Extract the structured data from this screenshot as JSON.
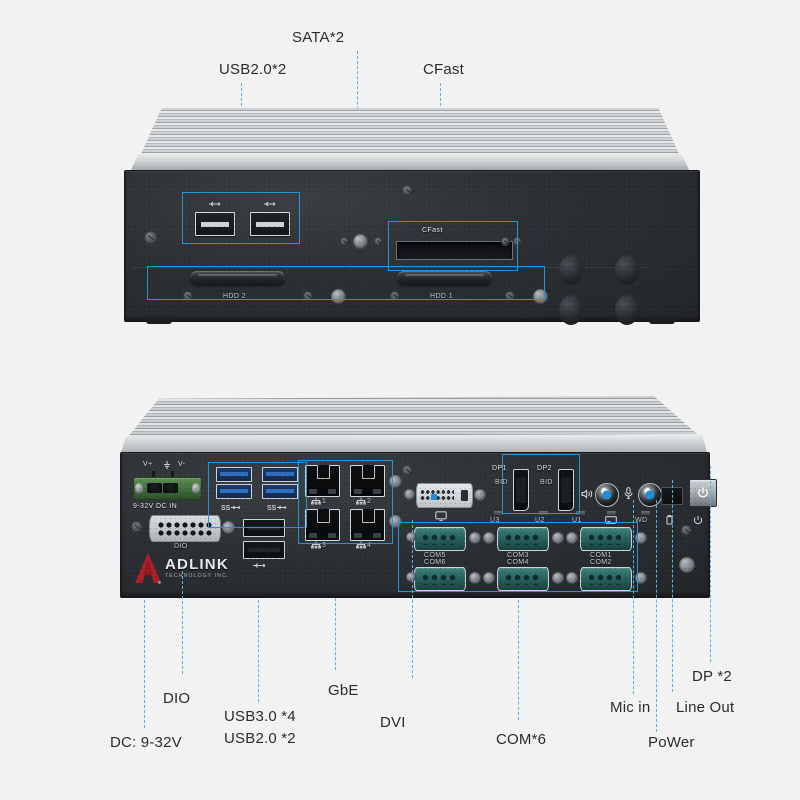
{
  "page": {
    "background_color": "#f2f2f2",
    "accent_color": "#2196d6",
    "leader_color": "#58b4de",
    "brand": "ADLINK",
    "brand_sub": "TECHNOLOGY INC."
  },
  "top_view": {
    "callouts": [
      {
        "id": "usb20",
        "label": "USB2.0*2"
      },
      {
        "id": "sata",
        "label": "SATA*2"
      },
      {
        "id": "cfast",
        "label": "CFast"
      }
    ],
    "silkscreen": {
      "cfast": "CFast",
      "hdd2": "HDD 2",
      "hdd1": "HDD 1"
    }
  },
  "bottom_view": {
    "callouts": [
      {
        "id": "dc",
        "label": "DC: 9-32V"
      },
      {
        "id": "dio",
        "label": "DIO"
      },
      {
        "id": "usb",
        "label_1": "USB3.0 *4",
        "label_2": "USB2.0 *2"
      },
      {
        "id": "gbe",
        "label": "GbE"
      },
      {
        "id": "dvi",
        "label": "DVI"
      },
      {
        "id": "com",
        "label": "COM*6"
      },
      {
        "id": "micin",
        "label": "Mic in"
      },
      {
        "id": "power",
        "label": "PoWer"
      },
      {
        "id": "lineout",
        "label": "Line Out"
      },
      {
        "id": "dp",
        "label": "DP *2"
      }
    ],
    "silkscreen": {
      "vplus": "V+",
      "vminus": "V-",
      "dc_in": "9-32V DC IN",
      "dio": "DIO",
      "usb3_left": "SS",
      "usb3_right": "SS",
      "lan": [
        "1",
        "2",
        "3",
        "4"
      ],
      "dp1": "DP1",
      "dp2": "DP2",
      "dp_bid_1": "BID",
      "dp_bid_2": "BID",
      "leds": [
        "U3",
        "U2",
        "U1",
        "WD"
      ],
      "com_ports": [
        "COM5",
        "COM3",
        "COM1",
        "COM6",
        "COM4",
        "COM2"
      ]
    }
  },
  "icons": {
    "usb": "usb-trident-icon",
    "usb_ss": "usb-superspeed-icon",
    "lan": "network-icon",
    "display": "monitor-icon",
    "speaker": "line-out-icon",
    "mic": "microphone-icon",
    "hdd": "hdd-led-icon",
    "power": "power-symbol-icon",
    "ground": "earth-ground-icon"
  }
}
